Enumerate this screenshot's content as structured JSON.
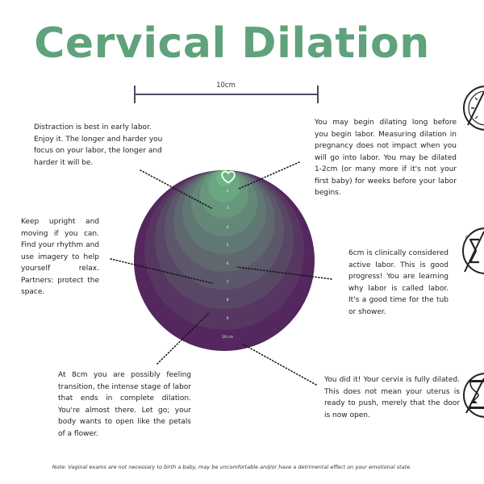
{
  "title": "Cervical Dilation",
  "scale": {
    "label": "10cm"
  },
  "rings": [
    {
      "label": "2"
    },
    {
      "label": "3"
    },
    {
      "label": "4"
    },
    {
      "label": "5"
    },
    {
      "label": "6"
    },
    {
      "label": "7"
    },
    {
      "label": "8"
    },
    {
      "label": "9"
    },
    {
      "label": "10 cm"
    }
  ],
  "notes": {
    "distraction": "Distraction is best in early labor. Enjoy it. The longer and harder you focus on your labor, the longer and harder it will be.",
    "dilating_early": "You may begin dilating long before you begin labor. Measuring dilation in pregnancy does not impact when you will go into labor.  You may be dilated 1-2cm  (or many more if it's not your first baby) for weeks before your labor begins.",
    "upright": "Keep upright and moving if you can. Find your rhythm and use imagery to help yourself relax. Partners: protect the space.",
    "active_labor": "6cm is clinically considered active labor.  This is good progress!  You are learning why labor is called labor.  It's a good time for the tub or shower.",
    "transition": "At 8cm you are possibly feeling transition, the intense stage of labor that ends in complete dilation. You're almost there. Let go; your body wants to open like the petals of a flower.",
    "complete": "You did it! Your cervix is fully dilated. This does not mean your uterus is ready to push, merely that the door is now open."
  },
  "footnote": "Note: Vaginal exams are not necessary to birth a baby, may be uncomfortable and/or have a detrimental effect on your emotional state.",
  "icons": [
    "clock-icon",
    "sigma-icon",
    "hourglass-icon",
    "heart-icon"
  ],
  "colors": {
    "title": "#5fa27c",
    "ring_outer": "#54275e",
    "ring_inner": "#6cb784",
    "scale_bar": "#4d4766"
  }
}
